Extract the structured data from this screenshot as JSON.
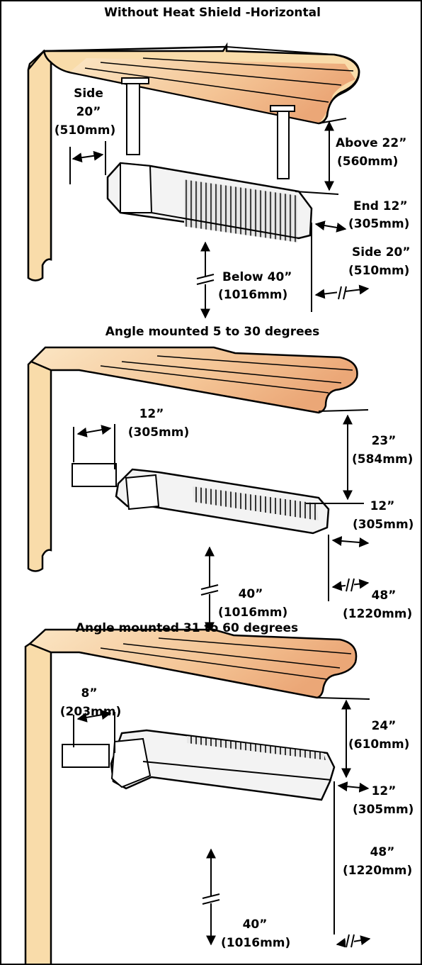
{
  "colors": {
    "ceiling_tan": "#f9dcaa",
    "ceiling_glow": "#efb07e",
    "heater_body": "#f3f3f3",
    "outline": "#000000"
  },
  "panels": [
    {
      "title": "Without Heat Shield -Horizontal",
      "side_label": "Side",
      "side_in": "20”",
      "side_mm": "(510mm)",
      "above": "Above 22”",
      "above_mm": "(560mm)",
      "end": "End 12”",
      "end_mm": "(305mm)",
      "side2": "Side 20”",
      "side2_mm": "(510mm)",
      "below": "Below 40”",
      "below_mm": "(1016mm)"
    },
    {
      "title": "Angle mounted 5 to 30 degrees",
      "left_in": "12”",
      "left_mm": "(305mm)",
      "top_in": "23”",
      "top_mm": "(584mm)",
      "end_in": "12”",
      "end_mm": "(305mm)",
      "below_in": "40”",
      "below_mm": "(1016mm)",
      "side_in": "48”",
      "side_mm": "(1220mm)"
    },
    {
      "title": "Angle mounted 31 to 60 degrees",
      "left_in": "8”",
      "left_mm": "(203mm)",
      "top_in": "24”",
      "top_mm": "(610mm)",
      "end_in": "12”",
      "end_mm": "(305mm)",
      "side_in": "48”",
      "side_mm": "(1220mm)",
      "below_in": "40”",
      "below_mm": "(1016mm)"
    }
  ]
}
